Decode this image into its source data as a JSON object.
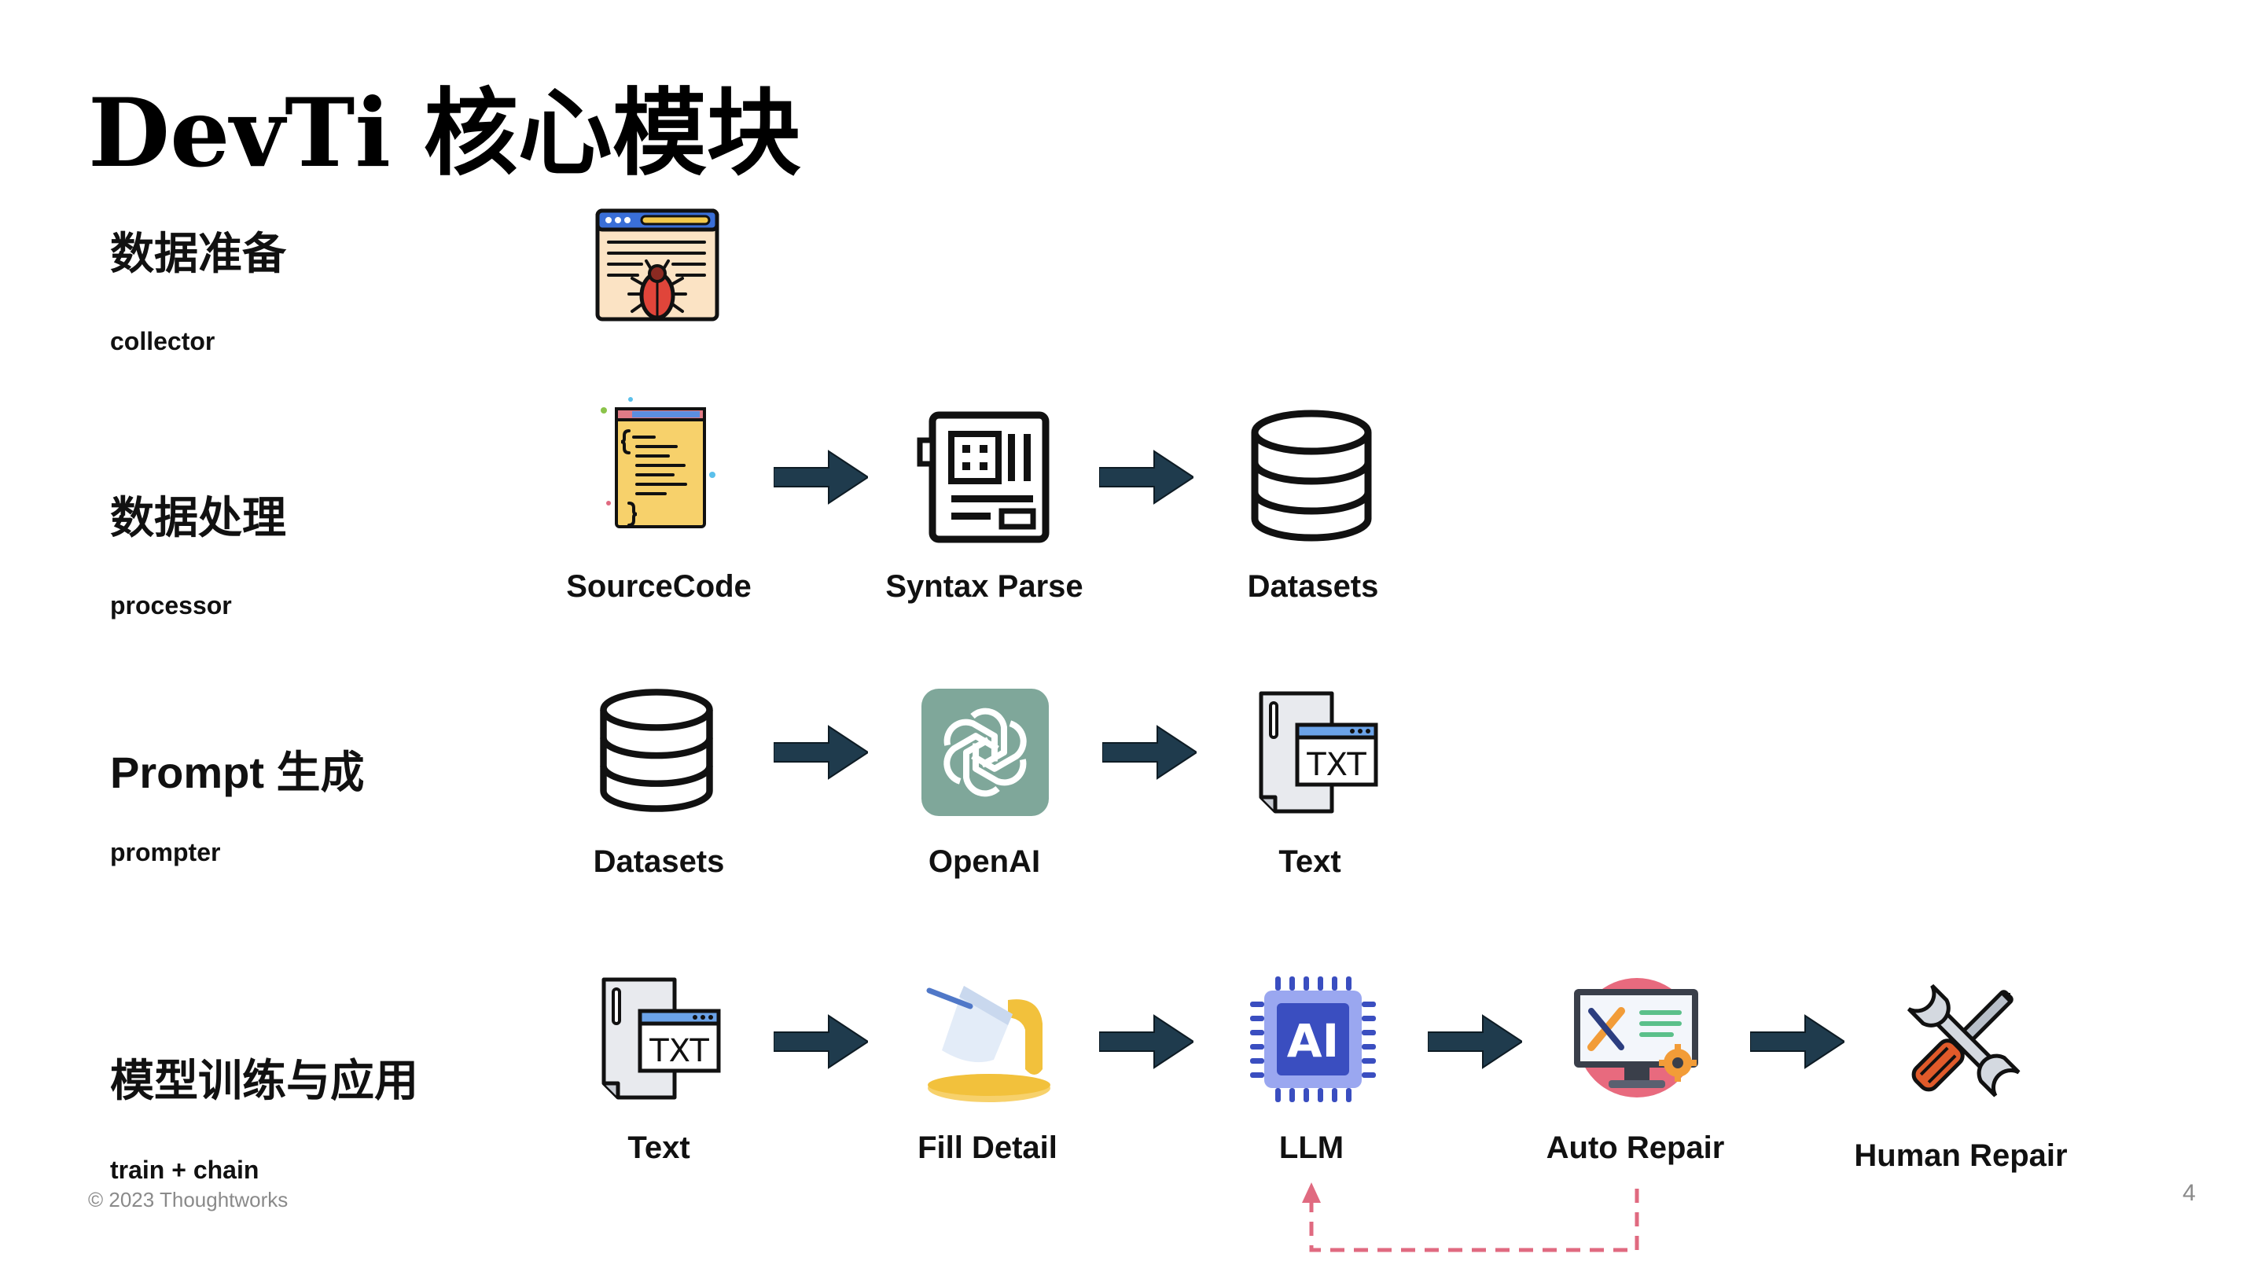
{
  "title": "DevTi 核心模块",
  "sections": [
    {
      "title": "数据准备",
      "subtitle": "collector"
    },
    {
      "title": "数据处理",
      "subtitle": "processor"
    },
    {
      "title": "Prompt 生成",
      "subtitle": "prompter"
    },
    {
      "title": "模型训练与应用",
      "subtitle": "train + chain"
    }
  ],
  "rows": {
    "collector": {
      "icons": [
        "crawler-bug-icon"
      ]
    },
    "processor": {
      "nodes": [
        "SourceCode",
        "Syntax Parse",
        "Datasets"
      ]
    },
    "prompter": {
      "nodes": [
        "Datasets",
        "OpenAI",
        "Text"
      ]
    },
    "train": {
      "nodes": [
        "Text",
        "Fill Detail",
        "LLM",
        "Auto Repair",
        "Human Repair"
      ]
    }
  },
  "colors": {
    "arrow": "#1f3b4d",
    "feedback": "#e06a80",
    "openai_bg": "#7fa79a"
  },
  "footer": {
    "copyright": "© 2023 Thoughtworks",
    "page_number": "4"
  }
}
